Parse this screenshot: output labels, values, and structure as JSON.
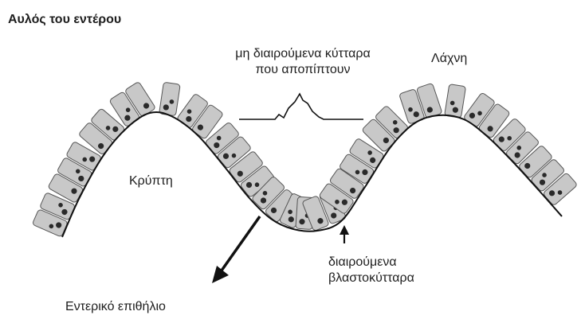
{
  "figure": {
    "labels": {
      "lumen": "Αυλός του εντέρου",
      "dying_cells_line1": "μη διαιρούμενα κύτταρα",
      "dying_cells_line2": "που αποπίπτουν",
      "villus": "Λάχνη",
      "crypt": "Κρύπτη",
      "stem_cells_line1": "διαιρούμενα",
      "stem_cells_line2": "βλαστοκύτταρα",
      "epithelium": "Εντερικό επιθήλιο"
    },
    "colors": {
      "cell_fill": "#c8c8c8",
      "cell_stroke": "#555555",
      "nucleus": "#2a2a2a",
      "lines": "#111111"
    }
  }
}
